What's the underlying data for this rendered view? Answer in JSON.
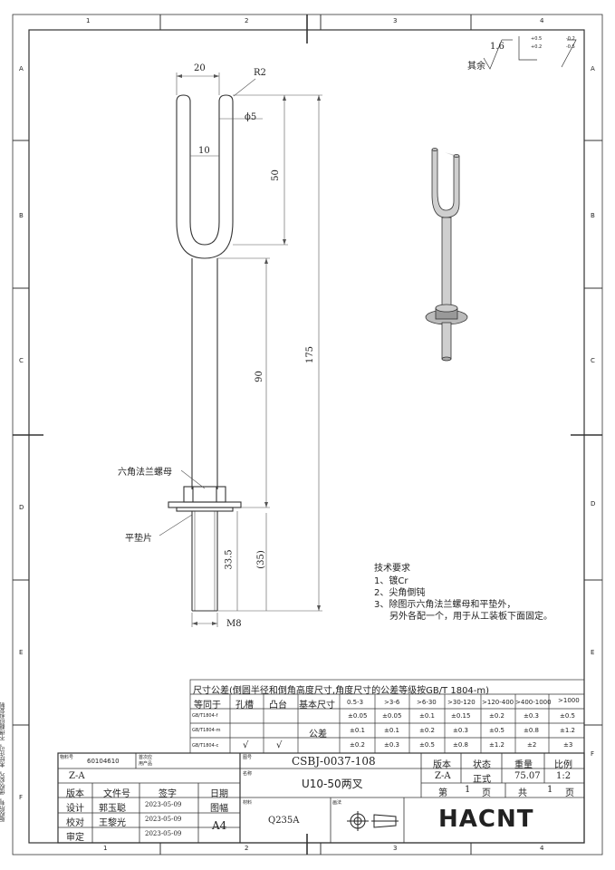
{
  "grid": {
    "cols": [
      "1",
      "2",
      "3",
      "4"
    ],
    "rows": [
      "A",
      "B",
      "C",
      "D",
      "E",
      "F"
    ]
  },
  "side_note": "版权所有，侵权必究，未经许可，不得翻印和复制",
  "surface": {
    "prefix": "其余",
    "roughness": "1.6",
    "tol_upper_plus": "+0.5",
    "tol_upper_plus2": "+0.2",
    "tol_minus1": "-0.2",
    "tol_minus2": "-0.5"
  },
  "dimensions": {
    "width_20": "20",
    "radius": "R2",
    "diameter": "ϕ5",
    "gap_10": "10",
    "height_50": "50",
    "total_175": "175",
    "length_90": "90",
    "thread_33": "33.5",
    "thread_35": "(35)",
    "thread_m8": "M8"
  },
  "callouts": {
    "nut": "六角法兰螺母",
    "washer": "平垫片"
  },
  "tech": {
    "heading": "技术要求",
    "items": [
      "1、镀Cr",
      "2、尖角倒钝",
      "3、除图示六角法兰螺母和平垫外，",
      "另外各配一个，用于从工装板下面固定。"
    ]
  },
  "tolerance": {
    "caption": "尺寸公差(倒圆半径和倒角高度尺寸,角度尺寸的公差等级按GB/T  1804-m)",
    "header": [
      "等同于",
      "孔槽",
      "凸台",
      "基本尺寸",
      "0.5-3",
      ">3-6",
      ">6-30",
      ">30-120",
      ">120-400",
      ">400-1000",
      ">1000"
    ],
    "rows": [
      {
        "std": "GB/T1804-f",
        "hole": "",
        "boss": "",
        "vals": [
          "±0.05",
          "±0.05",
          "±0.1",
          "±0.15",
          "±0.2",
          "±0.3",
          "±0.5"
        ]
      },
      {
        "std": "GB/T1804-m",
        "hole": "",
        "boss": "",
        "vals": [
          "±0.1",
          "±0.1",
          "±0.2",
          "±0.3",
          "±0.5",
          "±0.8",
          "±1.2"
        ]
      },
      {
        "std": "GB/T1804-c",
        "hole": "√",
        "boss": "√",
        "vals": [
          "±0.2",
          "±0.3",
          "±0.5",
          "±0.8",
          "±1.2",
          "±2",
          "±3"
        ]
      }
    ],
    "merged_label": "公差"
  },
  "titleblock": {
    "material_no_label": "物料号",
    "material_no": "60104610",
    "first_use_label1": "首次应",
    "first_use_label2": "用产品",
    "drawing_no_label": "图号",
    "drawing_no": "CSBJ-0037-108",
    "name_label": "名称",
    "name": "U10-50两叉",
    "version_label": "版本",
    "status_label": "状态",
    "weight_label": "重量",
    "scale_label": "比例",
    "version": "Z-A",
    "status": "正式",
    "weight": "75.07",
    "scale": "1:2",
    "page_prefix": "第",
    "page": "1",
    "page_unit": "页",
    "total_prefix": "共",
    "total": "1",
    "total_unit": "页",
    "rev_version": "Z-A",
    "col_version": "版本",
    "col_doc": "文件号",
    "col_sign": "签字",
    "col_date": "日期",
    "design_label": "设计",
    "design_name": "郭玉聪",
    "design_date": "2023-05-09",
    "sheet_label": "图幅",
    "check_label": "校对",
    "check_name": "王黎光",
    "check_date": "2023-05-09",
    "sheet_size": "A4",
    "approve_label": "审定",
    "approve_date": "2023-05-09",
    "material_label": "材料",
    "material": "Q235A",
    "view_label": "画法",
    "logo": "HACNT"
  }
}
